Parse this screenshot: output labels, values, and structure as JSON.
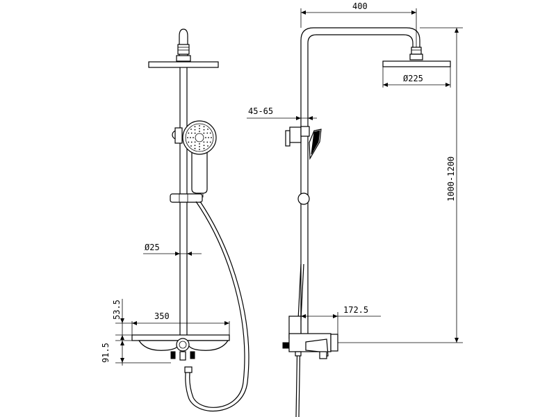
{
  "drawing": {
    "front_view": {
      "pipe_diameter": "Ø25",
      "shelf_width": "350",
      "shelf_height": "53.5",
      "mixer_height": "91.5"
    },
    "side_view": {
      "arm_length": "400",
      "head_diameter": "Ø225",
      "adjust_range": "45-65",
      "total_height": "1000-1200",
      "mixer_depth": "172.5"
    }
  }
}
